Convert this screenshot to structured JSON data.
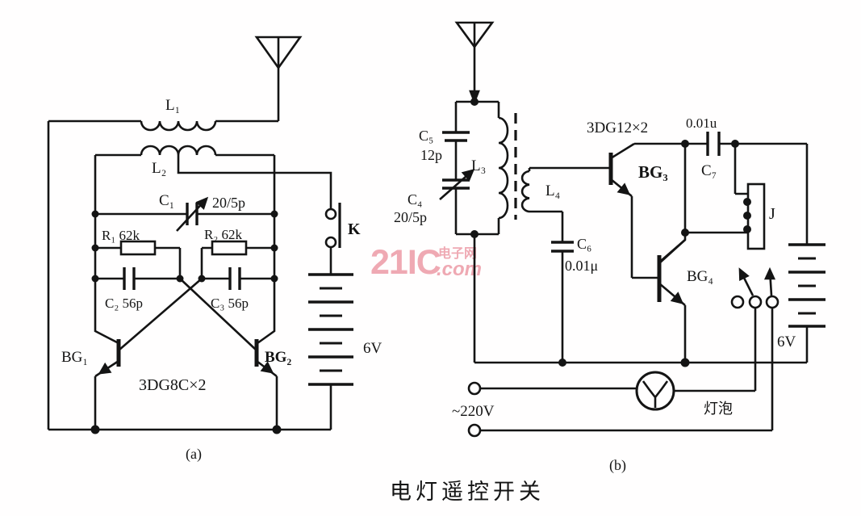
{
  "figure": {
    "caption": "电灯遥控开关",
    "watermark": {
      "brand": "21IC",
      "site": "电子网",
      "domain": ".com",
      "color": "#efa9b3"
    },
    "circuit_a": {
      "tag": "(a)",
      "labels": {
        "l1": "L₁",
        "l2": "L₂",
        "c1": "C₁",
        "c1_value": "20/5p",
        "r1": "R₁ 62k",
        "r2": "R₂ 62k",
        "c2": "C₂ 56p",
        "c3": "C₃ 56p",
        "bg1": "BG₁",
        "bg2": "BG₂",
        "transistor_type": "3DG8C×2",
        "switch": "K",
        "battery": "6V"
      }
    },
    "circuit_b": {
      "tag": "(b)",
      "labels": {
        "c5": "C₅",
        "c5_value": "12p",
        "c4": "C₄",
        "c4_value": "20/5p",
        "l3": "L₃",
        "l4": "L₄",
        "c6": "C₆",
        "c6_value": "0.01μ",
        "transistor_type": "3DG12×2",
        "c7": "C₇",
        "c7_value": "0.01u",
        "bg3": "BG₃",
        "bg4": "BG₄",
        "relay": "J",
        "battery": "6V",
        "mains": "~220V",
        "lamp": "灯泡"
      }
    }
  }
}
